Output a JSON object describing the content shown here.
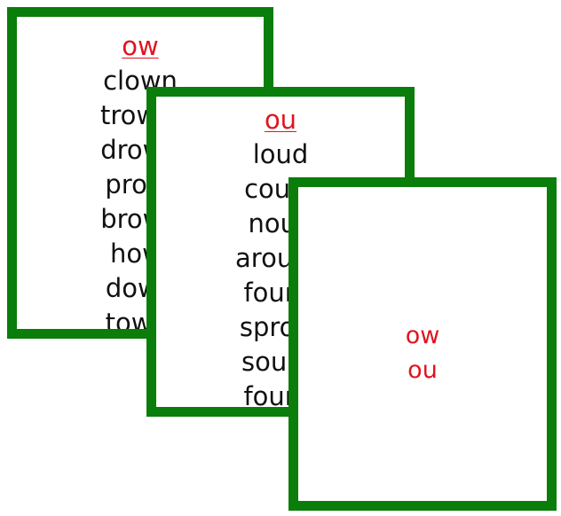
{
  "cards": {
    "ow": {
      "heading": "ow",
      "words": [
        "clown",
        "trowel",
        "drown",
        "prowl",
        "brown",
        "howl",
        "down",
        "towel"
      ]
    },
    "ou": {
      "heading": "ou",
      "words": [
        "loud",
        "count",
        "noun",
        "around",
        "found",
        "sprout",
        "sound",
        "found"
      ]
    },
    "key": {
      "labels": [
        "ow",
        "ou"
      ]
    }
  },
  "colors": {
    "border": "#0a7d0a",
    "heading": "#e0141e",
    "text": "#111111"
  }
}
